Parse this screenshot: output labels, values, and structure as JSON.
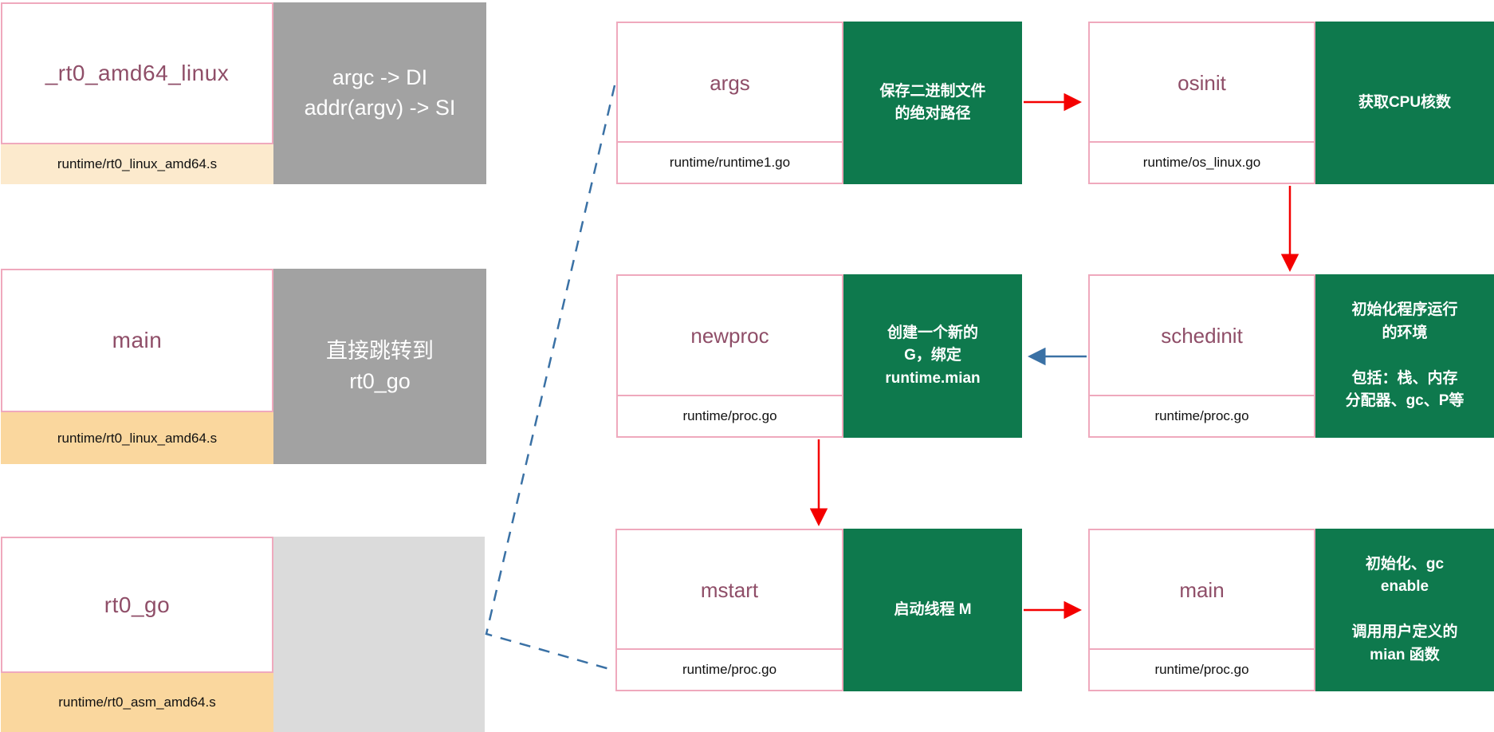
{
  "colors": {
    "green": "#0E794D",
    "red": "#F40000",
    "blue": "#3A71A5",
    "pink_border": "#EFA9BD",
    "title_text": "#8F4E68",
    "gray_dark": "#A2A2A2",
    "gray_light": "#DBDBDB",
    "footer_pale": "#FCEACD",
    "footer_orange": "#FAD79E"
  },
  "left_column": [
    {
      "title": "_rt0_amd64_linux",
      "file": "runtime/rt0_linux_amd64.s",
      "note": "argc -> DI\naddr(argv) -> SI"
    },
    {
      "title": "main",
      "file": "runtime/rt0_linux_amd64.s",
      "note": "直接跳转到\nrt0_go"
    },
    {
      "title": "rt0_go",
      "file": "runtime/rt0_asm_amd64.s",
      "note": ""
    }
  ],
  "flow": {
    "args": {
      "title": "args",
      "file": "runtime/runtime1.go",
      "desc": "保存二进制文件\n的绝对路径"
    },
    "osinit": {
      "title": "osinit",
      "file": "runtime/os_linux.go",
      "desc": "获取CPU核数"
    },
    "newproc": {
      "title": "newproc",
      "file": "runtime/proc.go",
      "desc": "创建一个新的\nG，绑定\nruntime.mian"
    },
    "schedinit": {
      "title": "schedinit",
      "file": "runtime/proc.go",
      "desc": "初始化程序运行\n的环境\n\n包括：栈、内存\n分配器、gc、P等"
    },
    "mstart": {
      "title": "mstart",
      "file": "runtime/proc.go",
      "desc": "启动线程 M"
    },
    "main": {
      "title": "main",
      "file": "runtime/proc.go",
      "desc": "初始化、gc\nenable\n\n调用用户定义的\nmian 函数"
    }
  }
}
